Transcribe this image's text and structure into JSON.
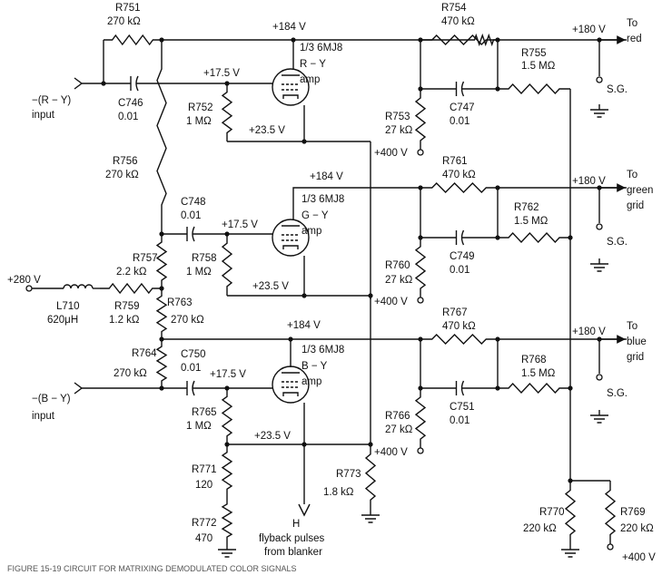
{
  "labels": {
    "r751": "R751",
    "r751_v": "270 kΩ",
    "r754": "R754",
    "r754_v": "470 kΩ",
    "r755": "R755",
    "r755_v": "1.5 MΩ",
    "r752": "R752",
    "r752_v": "1 MΩ",
    "r753": "R753",
    "r753_v": "27 kΩ",
    "r756": "R756",
    "r756_v": "270 kΩ",
    "r757": "R757",
    "r757_v": "2.2 kΩ",
    "r758": "R758",
    "r758_v": "1 MΩ",
    "r759": "R759",
    "r759_v": "1.2 kΩ",
    "r760": "R760",
    "r760_v": "27 kΩ",
    "r761": "R761",
    "r761_v": "470 kΩ",
    "r762": "R762",
    "r762_v": "1.5 MΩ",
    "r763": "R763",
    "r763_v": "270 kΩ",
    "r764": "R764",
    "r764_v": "270 kΩ",
    "r765": "R765",
    "r765_v": "1 MΩ",
    "r766": "R766",
    "r766_v": "27 kΩ",
    "r767": "R767",
    "r767_v": "470 kΩ",
    "r768": "R768",
    "r768_v": "1.5 MΩ",
    "r769": "R769",
    "r769_v": "220 kΩ",
    "r770": "R770",
    "r770_v": "220 kΩ",
    "r771": "R771",
    "r771_v": "120",
    "r772": "R772",
    "r772_v": "470",
    "r773": "R773",
    "r773_v": "1.8 kΩ",
    "c746": "C746",
    "c746_v": "0.01",
    "c747": "C747",
    "c747_v": "0.01",
    "c748": "C748",
    "c748_v": "0.01",
    "c749": "C749",
    "c749_v": "0.01",
    "c750": "C750",
    "c750_v": "0.01",
    "c751": "C751",
    "c751_v": "0.01",
    "l710": "L710",
    "l710_v": "620μH",
    "tube": "1/3 6MJ8",
    "ry": "R − Y",
    "gy": "G − Y",
    "by": "B − Y",
    "amp": "amp",
    "v184": "+184 V",
    "v180": "+180 V",
    "v175": "+17.5 V",
    "v235": "+23.5 V",
    "v400": "+400 V",
    "v280": "+280 V",
    "in_ry": "−(R − Y)",
    "in_by": "−(B − Y)",
    "input": "input",
    "to": "To",
    "red": "red",
    "green": "green",
    "blue": "blue",
    "grid": "grid",
    "sg": "S.G.",
    "h": "H",
    "flyback1": "flyback pulses",
    "flyback2": "from blanker",
    "caption": "FIGURE 15-19 CIRCUIT FOR MATRIXING DEMODULATED COLOR SIGNALS"
  }
}
